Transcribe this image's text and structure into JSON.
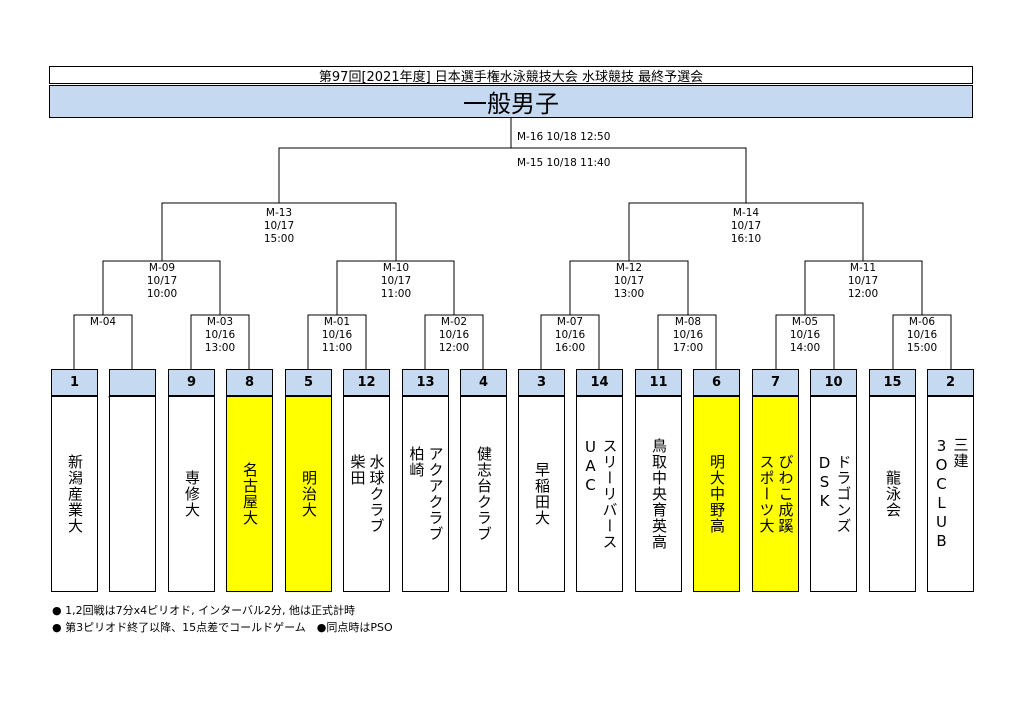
{
  "header": {
    "title": "第97回[2021年度] 日本選手権水泳競技大会 水球競技 最終予選会",
    "category": "一般男子"
  },
  "matches": {
    "m16": "M-16 10/18 12:50",
    "m15": "M-15 10/18 11:40",
    "m13": [
      "M-13",
      "10/17",
      "15:00"
    ],
    "m14": [
      "M-14",
      "10/17",
      "16:10"
    ],
    "m09": [
      "M-09",
      "10/17",
      "10:00"
    ],
    "m10": [
      "M-10",
      "10/17",
      "11:00"
    ],
    "m12": [
      "M-12",
      "10/17",
      "13:00"
    ],
    "m11": [
      "M-11",
      "10/17",
      "12:00"
    ],
    "m04": [
      "M-04"
    ],
    "m03": [
      "M-03",
      "10/16",
      "13:00"
    ],
    "m01": [
      "M-01",
      "10/16",
      "11:00"
    ],
    "m02": [
      "M-02",
      "10/16",
      "12:00"
    ],
    "m07": [
      "M-07",
      "10/16",
      "16:00"
    ],
    "m08": [
      "M-08",
      "10/16",
      "17:00"
    ],
    "m05": [
      "M-05",
      "10/16",
      "14:00"
    ],
    "m06": [
      "M-06",
      "10/16",
      "15:00"
    ]
  },
  "teams": [
    {
      "seed": "1",
      "name": "新潟産業大",
      "highlight": false
    },
    {
      "seed": "",
      "name": "",
      "highlight": false,
      "bye": true
    },
    {
      "seed": "9",
      "name": "専修大",
      "highlight": false
    },
    {
      "seed": "8",
      "name": "名古屋大",
      "highlight": true
    },
    {
      "seed": "5",
      "name": "明治大",
      "highlight": true
    },
    {
      "seed": "12",
      "name": "水球クラブ\n柴田",
      "highlight": false
    },
    {
      "seed": "13",
      "name": "アクアクラブ\n柏崎",
      "highlight": false
    },
    {
      "seed": "4",
      "name": "健志台クラブ",
      "highlight": false
    },
    {
      "seed": "3",
      "name": "早稲田大",
      "highlight": false
    },
    {
      "seed": "14",
      "name": "スリーリバース\nUAC",
      "highlight": false
    },
    {
      "seed": "11",
      "name": "鳥取中央育英高",
      "highlight": false
    },
    {
      "seed": "6",
      "name": "明大中野高",
      "highlight": true
    },
    {
      "seed": "7",
      "name": "びわこ成蹊\nスポーツ大",
      "highlight": true
    },
    {
      "seed": "10",
      "name": "ドラゴンズ\nDSK",
      "highlight": false
    },
    {
      "seed": "15",
      "name": "龍泳会",
      "highlight": false
    },
    {
      "seed": "2",
      "name": "三建\n3OCLUB",
      "highlight": false
    }
  ],
  "notes": [
    "● 1,2回戦は7分x4ピリオド, インターバル2分, 他は正式計時",
    "● 第3ピリオド終了以降、15点差でコールドゲーム　●同点時はPSO"
  ],
  "colors": {
    "header_blue": "#c5d9f1",
    "highlight_yellow": "#ffff00"
  }
}
